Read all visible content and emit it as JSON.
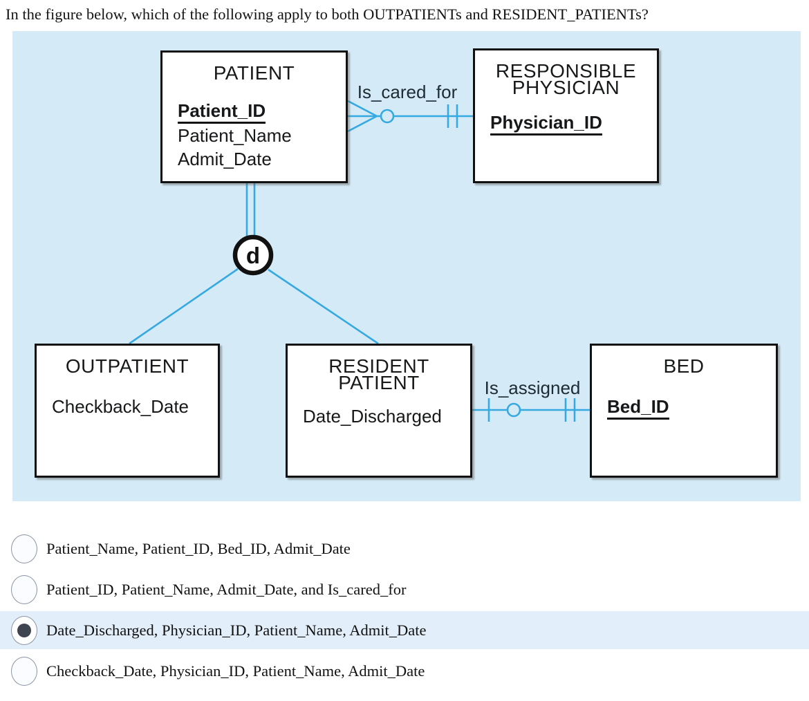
{
  "question": "In the figure below, which of the following apply to both OUTPATIENTs and RESIDENT_PATIENTs?",
  "colors": {
    "panel_bg": "#d4ebf7",
    "line_color": "#36a9e1",
    "highlight_bg": "#e2eef9",
    "box_border": "#111111"
  },
  "entities": {
    "patient": {
      "title": "PATIENT",
      "attributes": [
        {
          "name": "Patient_ID",
          "key": true
        },
        {
          "name": "Patient_Name",
          "key": false
        },
        {
          "name": "Admit_Date",
          "key": false
        }
      ]
    },
    "physician": {
      "title_line1": "RESPONSIBLE",
      "title_line2": "PHYSICIAN",
      "attributes": [
        {
          "name": "Physician_ID",
          "key": true
        }
      ]
    },
    "outpatient": {
      "title": "OUTPATIENT",
      "attributes": [
        {
          "name": "Checkback_Date",
          "key": false
        }
      ]
    },
    "resident": {
      "title_line1": "RESIDENT",
      "title_line2": "PATIENT",
      "attributes": [
        {
          "name": "Date_Discharged",
          "key": false
        }
      ]
    },
    "bed": {
      "title": "BED",
      "attributes": [
        {
          "name": "Bed_ID",
          "key": true
        }
      ]
    }
  },
  "relationships": {
    "is_cared_for": "Is_cared_for",
    "is_assigned": "Is_assigned",
    "disjoint_symbol": "d"
  },
  "options": [
    {
      "label": "Patient_Name, Patient_ID, Bed_ID, Admit_Date",
      "selected": false
    },
    {
      "label": "Patient_ID, Patient_Name, Admit_Date, and Is_cared_for",
      "selected": false
    },
    {
      "label": "Date_Discharged, Physician_ID, Patient_Name, Admit_Date",
      "selected": true
    },
    {
      "label": "Checkback_Date, Physician_ID, Patient_Name, Admit_Date",
      "selected": false
    }
  ]
}
